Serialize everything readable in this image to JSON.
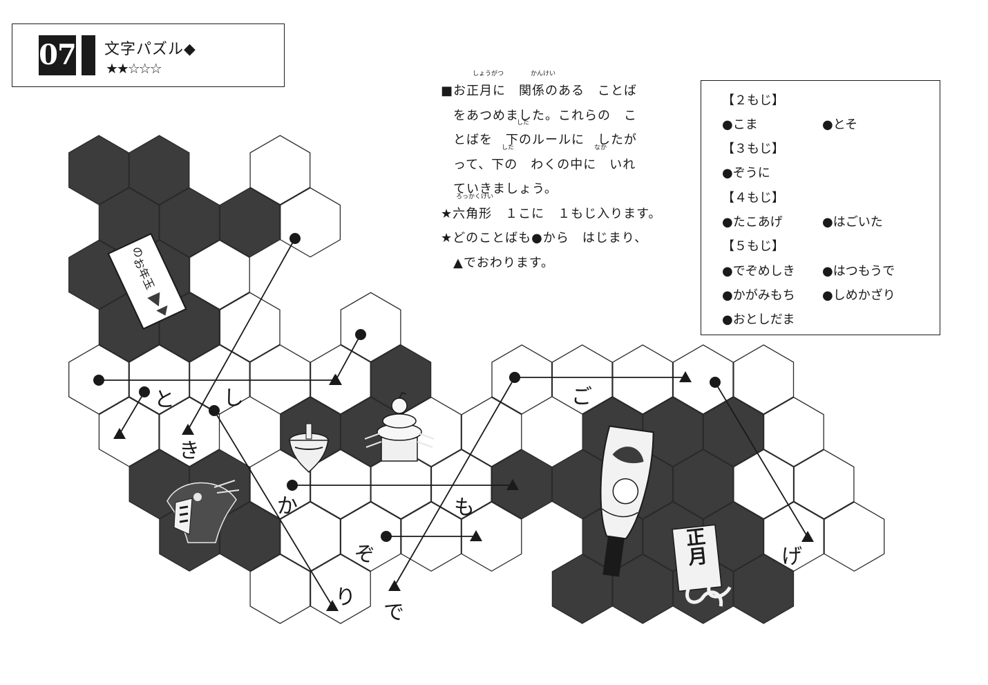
{
  "header": {
    "page_number": "07",
    "title": "文字パズル◆",
    "difficulty": "★★☆☆☆"
  },
  "instructions": {
    "lines": [
      "■お正月に　関係のある　ことば",
      "をあつめました。これらの　こ",
      "とばを　下のルールに　したが",
      "って、下の　わくの中に　いれ",
      "ていきましょう。",
      "★六角形　１こに　１もじ入ります。",
      "★どのことばも●から　はじまり、",
      "▲でおわります。"
    ],
    "ruby": [
      {
        "line": 0,
        "text": "しょうがつ"
      },
      {
        "line": 0,
        "text": "かんけい"
      },
      {
        "line": 2,
        "text": "した"
      },
      {
        "line": 3,
        "text": "した"
      },
      {
        "line": 3,
        "text": "なか"
      },
      {
        "line": 5,
        "text": "ろっかくけい"
      }
    ]
  },
  "word_list": {
    "headings": {
      "len2": "【２もじ】",
      "len3": "【３もじ】",
      "len4": "【４もじ】",
      "len5": "【５もじ】"
    },
    "words2": [
      "●こま",
      "●とそ"
    ],
    "words3": [
      "●ぞうに"
    ],
    "words4": [
      "●たこあげ",
      "●はごいた"
    ],
    "words5": [
      "●でぞめしき",
      "●はつもうで",
      "●かがみもち",
      "●しめかざり",
      "●おとしだま"
    ]
  },
  "board": {
    "cell_letters": [
      "と",
      "し",
      "き",
      "ご",
      "か",
      "も",
      "ぞ",
      "げ",
      "り",
      "で"
    ],
    "start_marker": "●",
    "end_marker": "▲",
    "otoshidama_label": "お年玉",
    "otoshidama_prefix": "の",
    "shogatsu_label": "正月"
  },
  "colors": {
    "ink": "#1a1a1a",
    "dark_cell": "#3c3c3c",
    "white_cell": "#ffffff"
  }
}
